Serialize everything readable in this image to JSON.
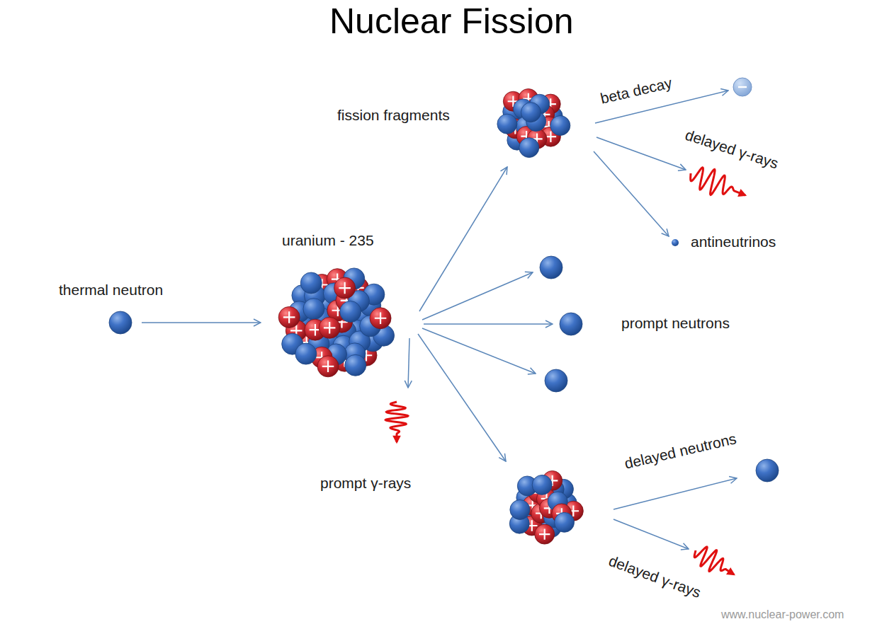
{
  "diagram": {
    "title": "Nuclear Fission",
    "labels": [
      "fission fragments",
      "beta decay",
      "delayed γ-rays",
      "antineutrinos",
      "uranium - 235",
      "thermal neutron",
      "prompt neutrons",
      "prompt γ-rays",
      "delayed neutrons",
      "delayed γ-rays",
      "www.nuclear-power.com"
    ]
  }
}
